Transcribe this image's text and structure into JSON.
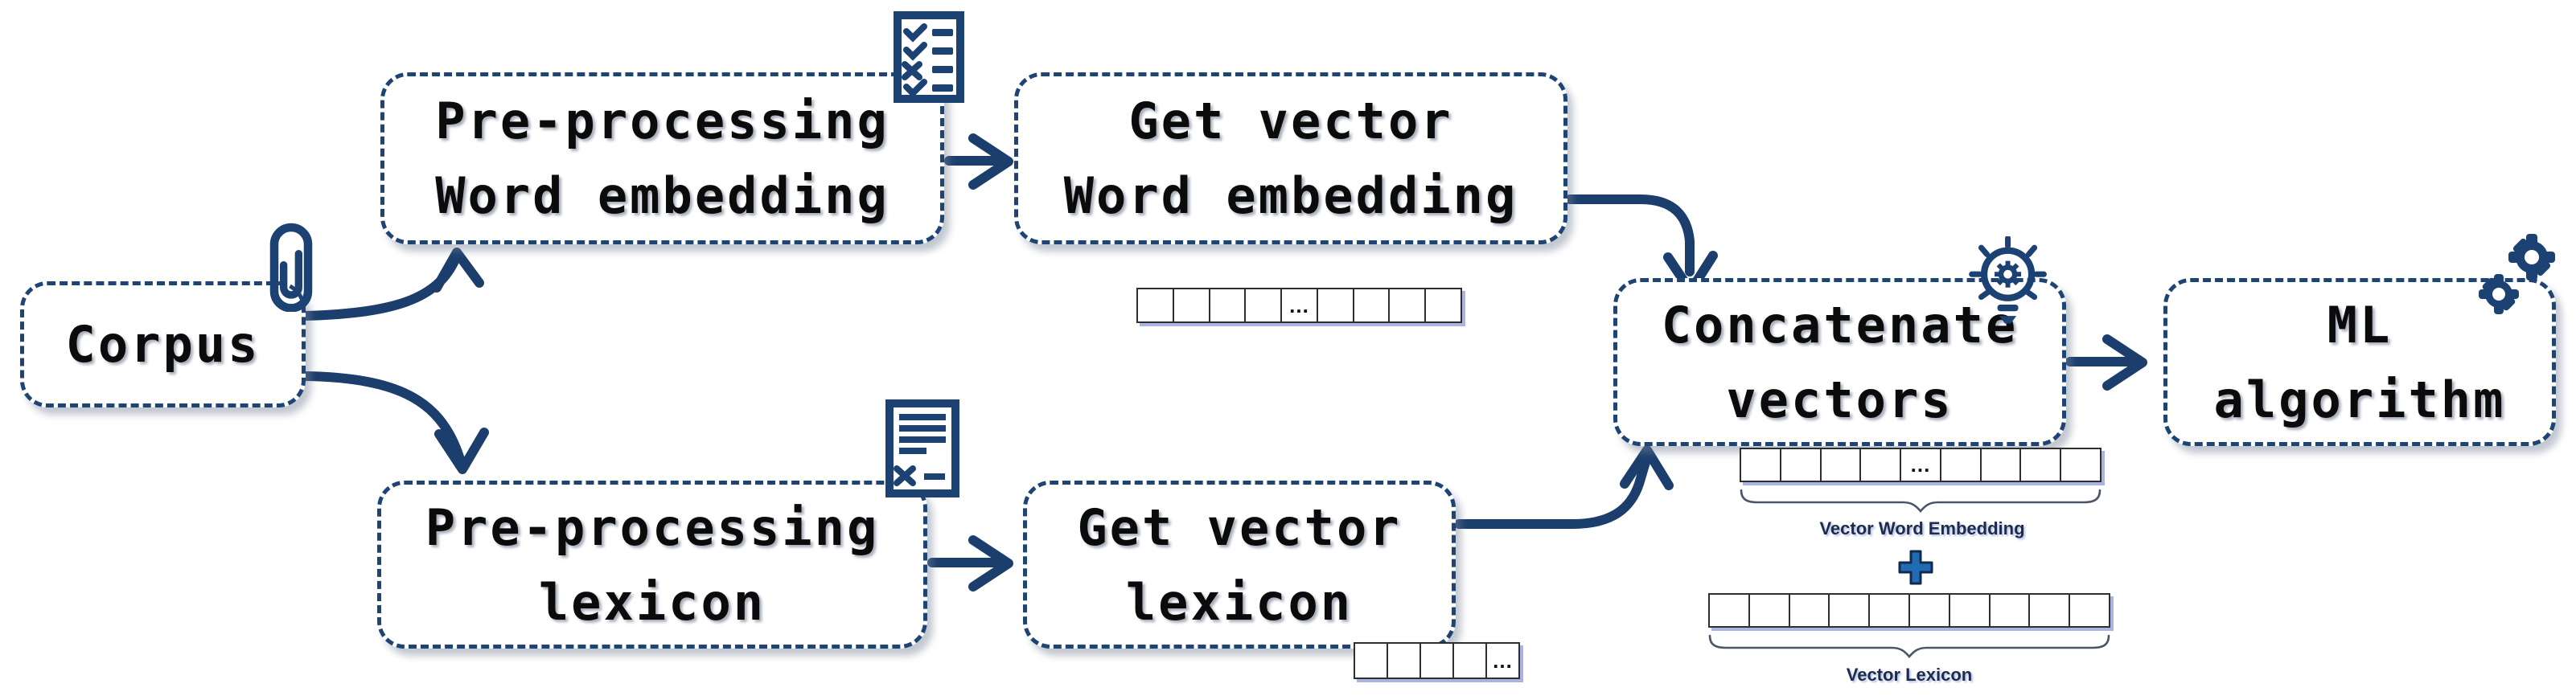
{
  "diagram": {
    "description": "Flowchart of combining word-embedding and lexicon vectors for a machine-learning algorithm"
  },
  "nodes": {
    "corpus": {
      "label": "Corpus"
    },
    "preprocessing_word_embedding": {
      "line1": "Pre-processing",
      "line2": "Word embedding"
    },
    "get_vector_word_embedding": {
      "line1": "Get vector",
      "line2": "Word embedding"
    },
    "preprocessing_lexicon": {
      "line1": "Pre-processing",
      "line2": "lexicon"
    },
    "get_vector_lexicon": {
      "line1": "Get vector",
      "line2": "lexicon"
    },
    "concatenate_vectors": {
      "line1": "Concatenate",
      "line2": "vectors"
    },
    "ml_algorithm": {
      "line1": "ML",
      "line2": "algorithm"
    }
  },
  "strips": {
    "ellipsis_char": "...",
    "word_embedding_preview": {
      "cells": 9,
      "ellipsis_index": 4
    },
    "lexicon_preview": {
      "cells": 5,
      "ellipsis_index": 4
    },
    "vector_word_embedding": {
      "cells": 9,
      "ellipsis_index": 4,
      "label": "Vector Word Embedding"
    },
    "vector_lexicon": {
      "cells": 10,
      "ellipsis_index": -1,
      "label": "Vector Lexicon"
    }
  },
  "operators": {
    "plus": "+"
  },
  "icons": {
    "paperclip": "attachment on Corpus box",
    "checklist": "checklist sheet on Pre-processing Word embedding box",
    "document_x": "lexicon document on Pre-processing lexicon box",
    "lightbulb_gear": "idea bulb with gear on Concatenate vectors box",
    "gears": "double gears on ML algorithm box"
  },
  "colors": {
    "navy": "#1c4173",
    "box_border": "#1e4474",
    "text": "#0b0b0b",
    "plus_fill": "#1f6cb5",
    "plus_outline": "#122a4d",
    "strip_border": "#2e2e2e",
    "strip_shadow": "#9aa7e0",
    "label_text": "#1d2b4d",
    "background": "#ffffff"
  }
}
